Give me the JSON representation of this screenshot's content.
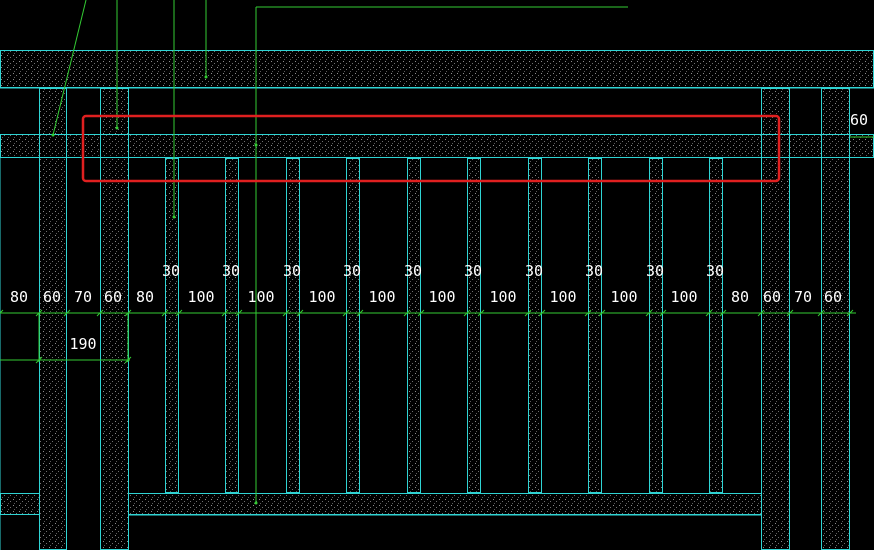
{
  "colors": {
    "background": "#000000",
    "outline": "#2fd4d4",
    "fill_dots": "#8a8a8a",
    "leader": "#33cc33",
    "dimension_line": "#33cc33",
    "dimension_text": "#ffffff",
    "highlight": "#e02020"
  },
  "drawing": {
    "dimensions_top_row": [
      "80",
      "60",
      "70",
      "60",
      "80",
      "100",
      "100",
      "100",
      "100",
      "100",
      "100",
      "100",
      "100",
      "100",
      "80",
      "60",
      "70",
      "60"
    ],
    "dimensions_baluster": [
      "30",
      "30",
      "30",
      "30",
      "30",
      "30",
      "30",
      "30",
      "30",
      "30"
    ],
    "dimension_left_lower": "190",
    "dimension_right": "60"
  }
}
